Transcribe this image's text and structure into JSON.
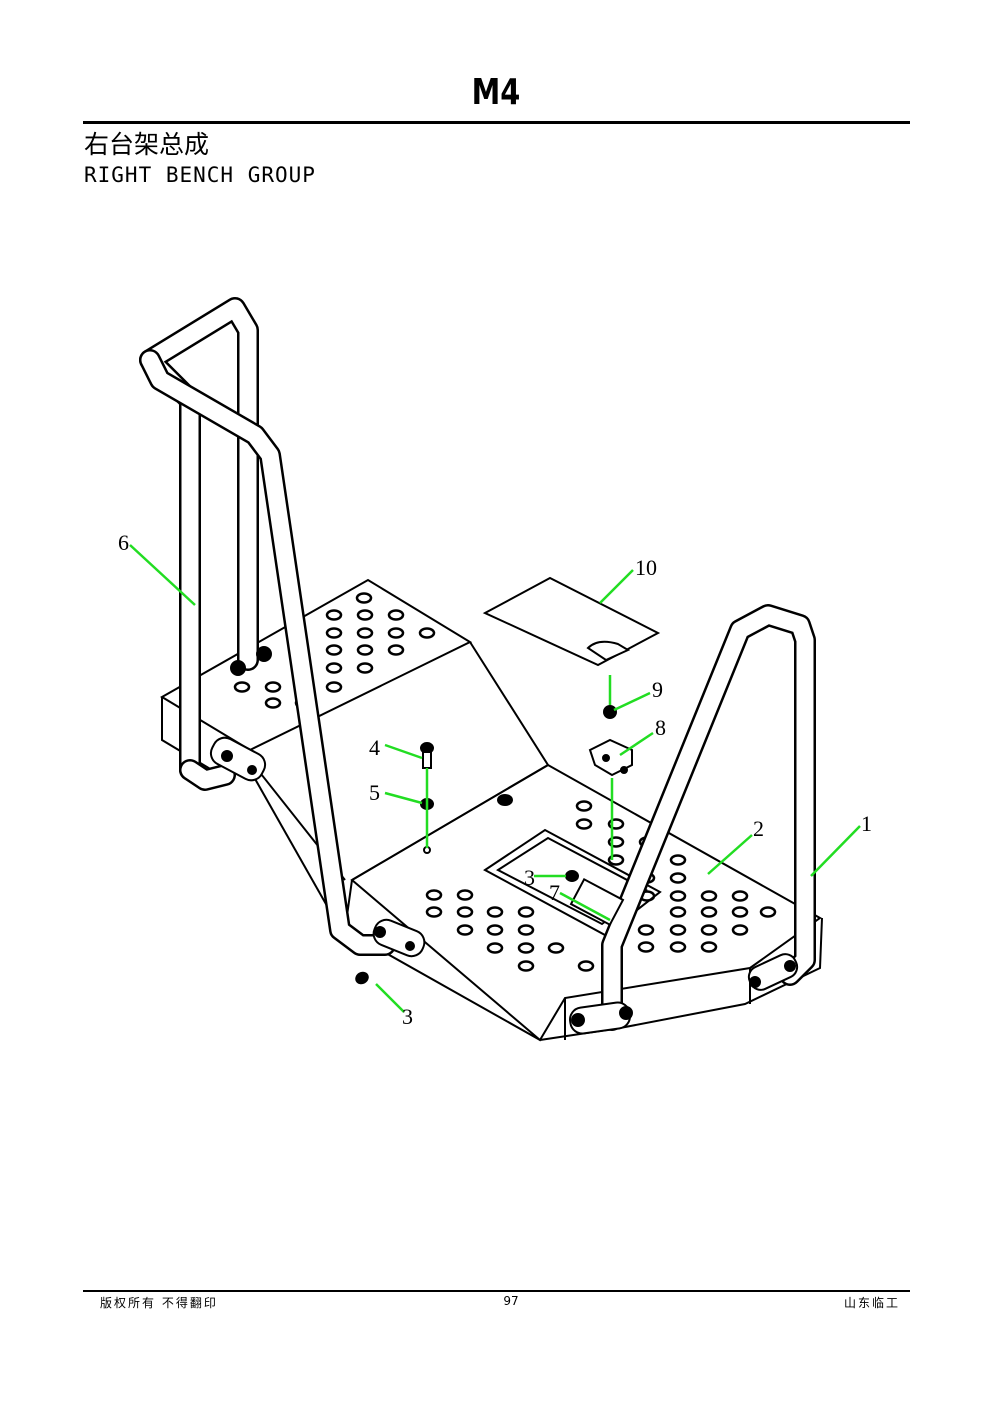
{
  "header": {
    "code": "M4",
    "title_cn": "右台架总成",
    "title_en": "RIGHT BENCH GROUP"
  },
  "diagram": {
    "callouts": [
      {
        "id": "1",
        "label": "1"
      },
      {
        "id": "2",
        "label": "2"
      },
      {
        "id": "3a",
        "label": "3"
      },
      {
        "id": "3b",
        "label": "3"
      },
      {
        "id": "4",
        "label": "4"
      },
      {
        "id": "5",
        "label": "5"
      },
      {
        "id": "6",
        "label": "6"
      },
      {
        "id": "7",
        "label": "7"
      },
      {
        "id": "8",
        "label": "8"
      },
      {
        "id": "9",
        "label": "9"
      },
      {
        "id": "10",
        "label": "10"
      }
    ],
    "leader_color": "#22dd22",
    "line_color": "#000000"
  },
  "footer": {
    "left": "版权所有  不得翻印",
    "page": "97",
    "right": "山东临工"
  }
}
